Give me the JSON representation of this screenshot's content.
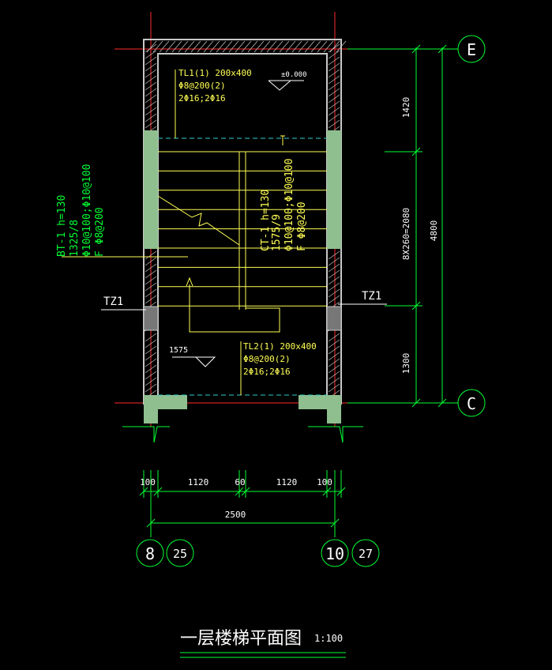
{
  "colors": {
    "background": "#000000",
    "wall": "#c8c8c8",
    "column_fill": "#8fbf8f",
    "axis_line": "#ff2a2a",
    "dimension": "#00ff33",
    "annotation": "#ffff55",
    "stair_lines": "#ffff55",
    "beam_dash": "#33cccc",
    "text_white": "#ffffff"
  },
  "axes": {
    "top": "E",
    "bottom": "C",
    "left": "8",
    "left_ref": "25",
    "right": "10",
    "right_ref": "27"
  },
  "annotations": {
    "tl1": {
      "title": "TL1(1) 200x400",
      "line1": "Φ8@200(2)",
      "line2": "2Φ16;2Φ16"
    },
    "tl2": {
      "title": "TL2(1) 200x400",
      "line1": "Φ8@200(2)",
      "line2": "2Φ16;2Φ16"
    },
    "bt1": {
      "line1": "BT-1 h=130",
      "line2": "1325/8",
      "line3": "Φ10@100;Φ10@100",
      "line4": "F Φ8@200"
    },
    "ct1": {
      "line1": "CT-1 h=130",
      "line2": "1575/9",
      "line3": "Φ10@100;Φ10@100",
      "line4": "F Φ8@200"
    },
    "level_top": "±0.000",
    "level_landing": "1575",
    "column_left": "TZ1",
    "column_right": "TZ1"
  },
  "dimensions": {
    "right_segments": [
      "1420",
      "8X260=2080",
      "1300"
    ],
    "right_total": "4800",
    "bottom_segments": [
      "100",
      "1120",
      "60",
      "1120",
      "100"
    ],
    "bottom_total": "2500"
  },
  "title": {
    "text": "一层楼梯平面图",
    "scale": "1:100"
  }
}
